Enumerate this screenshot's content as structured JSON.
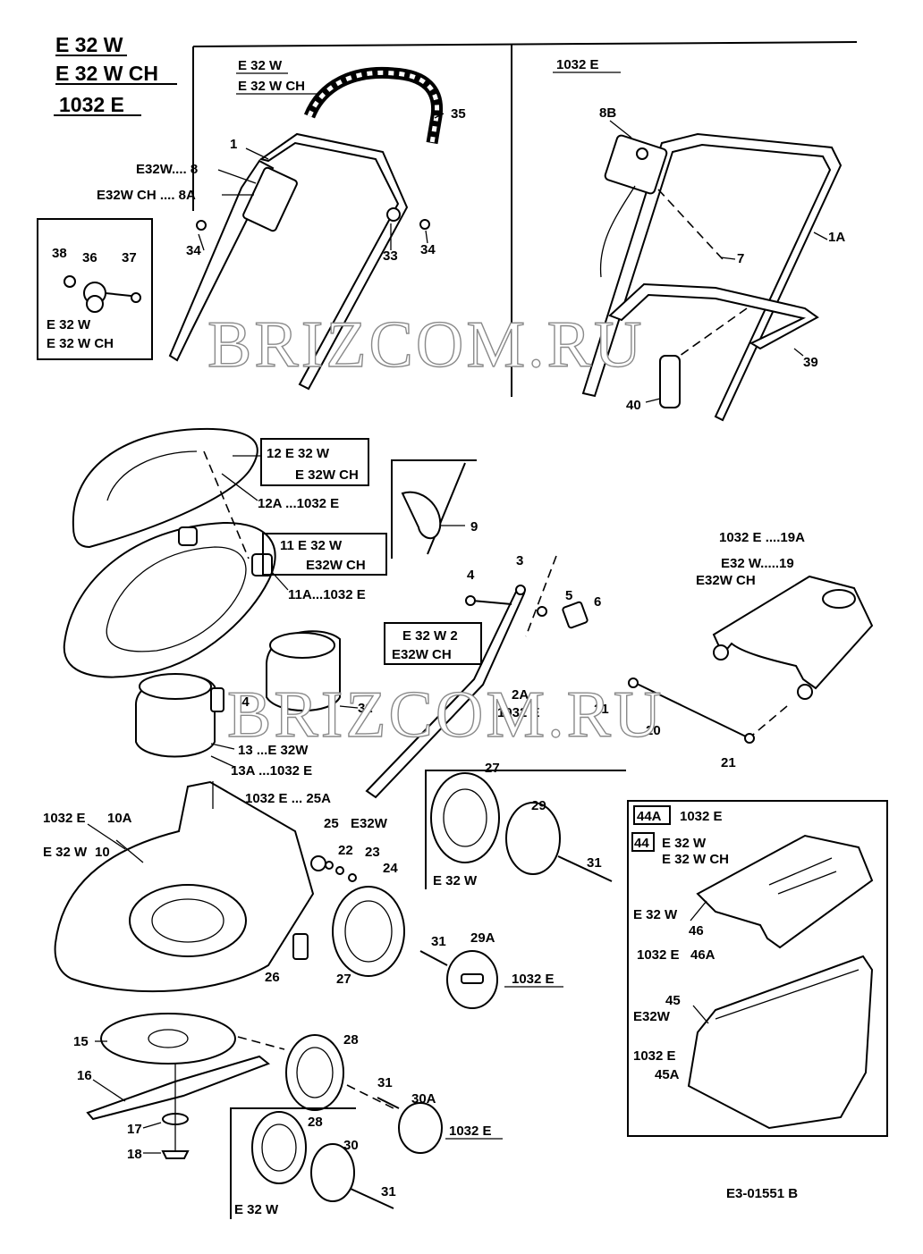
{
  "header": {
    "models": [
      "E 32 W",
      "E 32 W  CH",
      "1032 E"
    ]
  },
  "panels": {
    "handle_e32w": {
      "labels": [
        "E 32 W",
        "E 32 W CH"
      ]
    },
    "handle_1032e": {
      "label": "1032 E"
    },
    "clip_inset": {
      "labels": [
        "E 32 W",
        "E 32 W  CH"
      ]
    },
    "wheel_27": {
      "label": "E 32 W"
    },
    "wheel_28": {
      "label": "E 32 W"
    }
  },
  "parts": {
    "p1": "1",
    "p35": "35",
    "p8": "E32W.... 8",
    "p8a": "E32W CH .... 8A",
    "p34a": "34",
    "p33": "33",
    "p34b": "34",
    "p38": "38",
    "p36": "36",
    "p37": "37",
    "p8b": "8B",
    "p1a": "1A",
    "p7": "7",
    "p39": "39",
    "p40": "40",
    "p12": "12  E 32 W",
    "p12b": "E 32W CH",
    "p12a": "12A ...1032 E",
    "p11": "11   E 32 W",
    "p11b": "E32W  CH",
    "p11a": "11A...1032 E",
    "p9": "9",
    "p4": "4",
    "p3": "3",
    "p5": "5",
    "p6": "6",
    "p2": "E 32 W  2",
    "p2b": "E32W CH",
    "p2a": "2A",
    "p2a_model": "1032 E",
    "p19a": "1032 E ....19A",
    "p19": "E32 W.....19",
    "p19b": "E32W CH",
    "p21a": "21",
    "p20": "20",
    "p21b": "21",
    "p14": "14",
    "p32": "32",
    "p13": "13 ...E 32W",
    "p13a": "13A ...1032 E",
    "p10a_model": "1032 E",
    "p10a": "10A",
    "p10_model": "E 32 W",
    "p10": "10",
    "p25a": "1032 E ... 25A",
    "p25": "25",
    "p25_model": "E32W",
    "p22": "22",
    "p23": "23",
    "p24": "24",
    "p26": "26",
    "p27a": "27",
    "p31a": "31",
    "p29a": "29A",
    "p29a_model": "1032 E",
    "p27b": "27",
    "p29": "29",
    "p31b": "31",
    "p44a": "44A",
    "p44a_model": "1032 E",
    "p44": "44",
    "p44_model": "E 32 W",
    "p44_model2": "E 32 W  CH",
    "p46_model": "E 32 W",
    "p46": "46",
    "p46a_model": "1032 E",
    "p46a": "46A",
    "p45": "45",
    "p45_model": "E32W",
    "p45a_model": "1032 E",
    "p45a": "45A",
    "p15": "15",
    "p16": "16",
    "p17": "17",
    "p18": "18",
    "p28a": "28",
    "p31c": "31",
    "p30a": "30A",
    "p30a_model": "1032 E",
    "p28b": "28",
    "p30": "30",
    "p31d": "31"
  },
  "watermark": [
    "BRIZCOM.RU",
    "BRIZCOM.RU"
  ],
  "drawing_code": "E3-01551 B"
}
